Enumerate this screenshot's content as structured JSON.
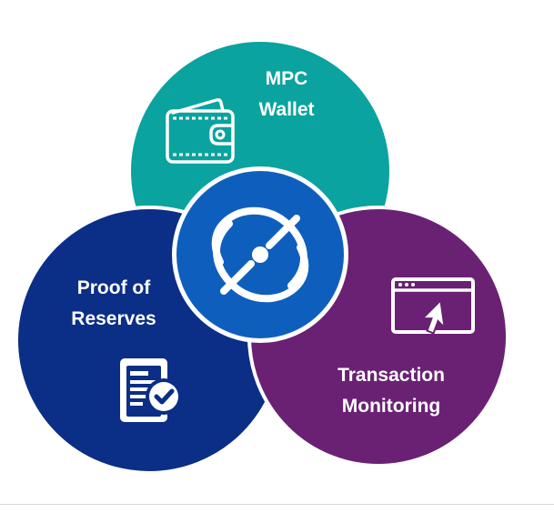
{
  "diagram": {
    "mpc": {
      "line1": "MPC",
      "line2": "Wallet"
    },
    "proof": {
      "line1": "Proof of",
      "line2": "Reserves"
    },
    "transaction": {
      "line1": "Transaction",
      "line2": "Monitoring"
    }
  },
  "colors": {
    "mpc": "#0aa39f",
    "proof": "#0b2e86",
    "transaction": "#6a2173",
    "center": "#0e5fbd"
  },
  "icons": [
    "wallet-icon",
    "orbit-logo-icon",
    "verified-document-icon",
    "monitor-cursor-icon"
  ]
}
